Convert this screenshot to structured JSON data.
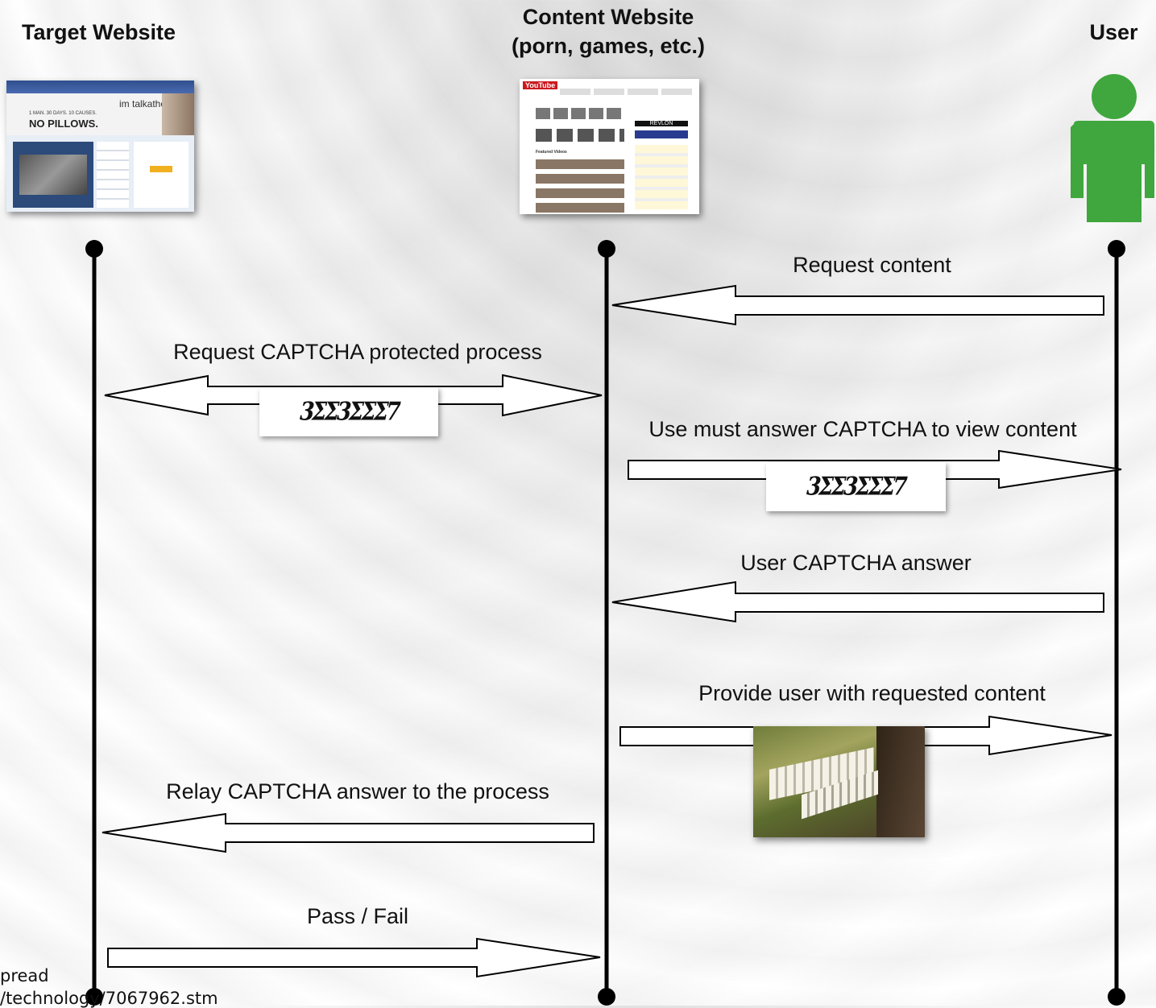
{
  "lanes": {
    "target": {
      "title": "Target Website"
    },
    "content": {
      "title": "Content Website\n(porn, games, etc.)"
    },
    "user": {
      "title": "User"
    }
  },
  "messages": [
    {
      "id": "m1",
      "label": "Request content",
      "from": "user",
      "to": "content"
    },
    {
      "id": "m2",
      "label": "Request CAPTCHA protected process",
      "from": "content",
      "to": "target",
      "bidirectional": true
    },
    {
      "id": "m3",
      "label": "Use must answer CAPTCHA to view content",
      "from": "content",
      "to": "user"
    },
    {
      "id": "m4",
      "label": "User CAPTCHA answer",
      "from": "user",
      "to": "content"
    },
    {
      "id": "m5",
      "label": "Provide user with requested content",
      "from": "content",
      "to": "user"
    },
    {
      "id": "m6",
      "label": "Relay CAPTCHA answer to the process",
      "from": "content",
      "to": "target"
    },
    {
      "id": "m7",
      "label": "Pass / Fail",
      "from": "target",
      "to": "content"
    }
  ],
  "captcha": {
    "text": "3ΣΣ3ΣΣΣ7"
  },
  "target_thumb": {
    "brand": "im talkathon",
    "headline_1": "1 MAN. 30 DAYS. 10 CAUSES.",
    "headline_2": "NO PILLOWS."
  },
  "content_thumb": {
    "logo": "YouTube",
    "ad_brand": "REVLON",
    "section": "Featured Videos"
  },
  "footer": {
    "line_1": "pread",
    "line_2": "/technology/7067962.stm"
  },
  "colors": {
    "lifeline": "#000000",
    "user_icon": "#3fa73d",
    "arrow_fill": "#ffffff"
  },
  "icons": {
    "user": "person-icon"
  }
}
